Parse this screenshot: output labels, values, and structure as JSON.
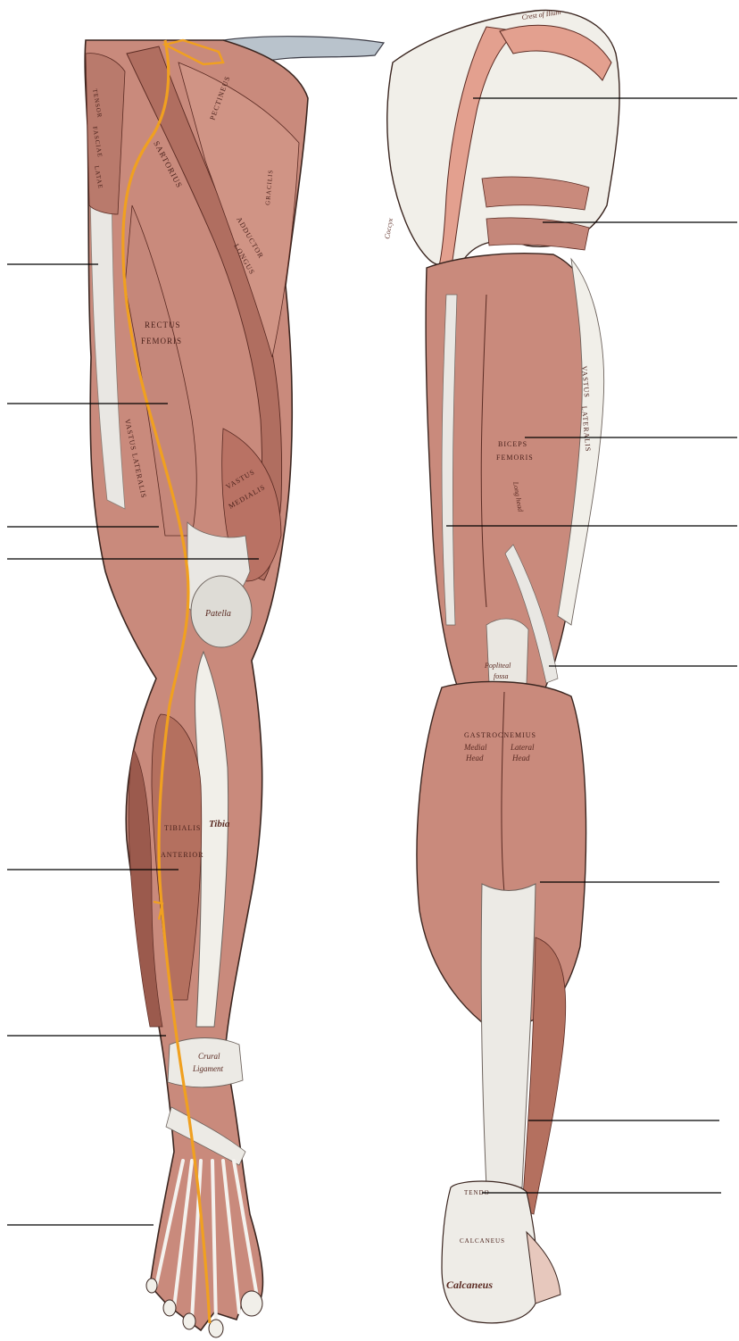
{
  "diagram": {
    "colors": {
      "muscle": "#c98a7c",
      "muscle_dark": "#9b5a4d",
      "muscle_light": "#e3b3a6",
      "tendon": "#e9e7e3",
      "bone": "#f1efe9",
      "outline": "#3b2620",
      "nerve": "#f0a020",
      "leader_line": "#000000"
    },
    "anterior_labels": {
      "tensor": "TENSOR",
      "fasciae": "FASCIAE",
      "latae": "LATAE",
      "sartorius": "SARTORIUS",
      "pectineus": "PECTINEUS",
      "adductor_longus_1": "ADDUCTOR",
      "adductor_longus_2": "LONGUS",
      "gracilis": "GRACILIS",
      "rectus_femoris_1": "RECTUS",
      "rectus_femoris_2": "FEMORIS",
      "vastus_lateralis": "VASTUS LATERALIS",
      "vastus_medialis_1": "VASTUS",
      "vastus_medialis_2": "MEDIALIS",
      "patella": "Patella",
      "tibialis_anterior_1": "TIBIALIS",
      "tibialis_anterior_2": "ANTERIOR",
      "tibia": "Tibia",
      "ligament_1": "Crural",
      "ligament_2": "Ligament"
    },
    "posterior_labels": {
      "crest_of_ilium": "Crest of Ilium",
      "coccyx": "Coccyx",
      "vastus_lateralis_1": "VASTUS",
      "vastus_lateralis_2": "LATERALIS",
      "biceps_femoris_1": "BICEPS",
      "biceps_femoris_2": "FEMORIS",
      "long_head": "Long head",
      "popliteal_1": "Popliteal",
      "popliteal_2": "fossa",
      "gastrocnemius": "GASTROCNEMIUS",
      "medial_head_1": "Medial",
      "medial_head_2": "Head",
      "lateral_head_1": "Lateral",
      "lateral_head_2": "Head",
      "tendo": "TENDO",
      "calcaneus_tendon": "CALCANEUS",
      "calcaneus_bone": "Calcaneus"
    }
  }
}
